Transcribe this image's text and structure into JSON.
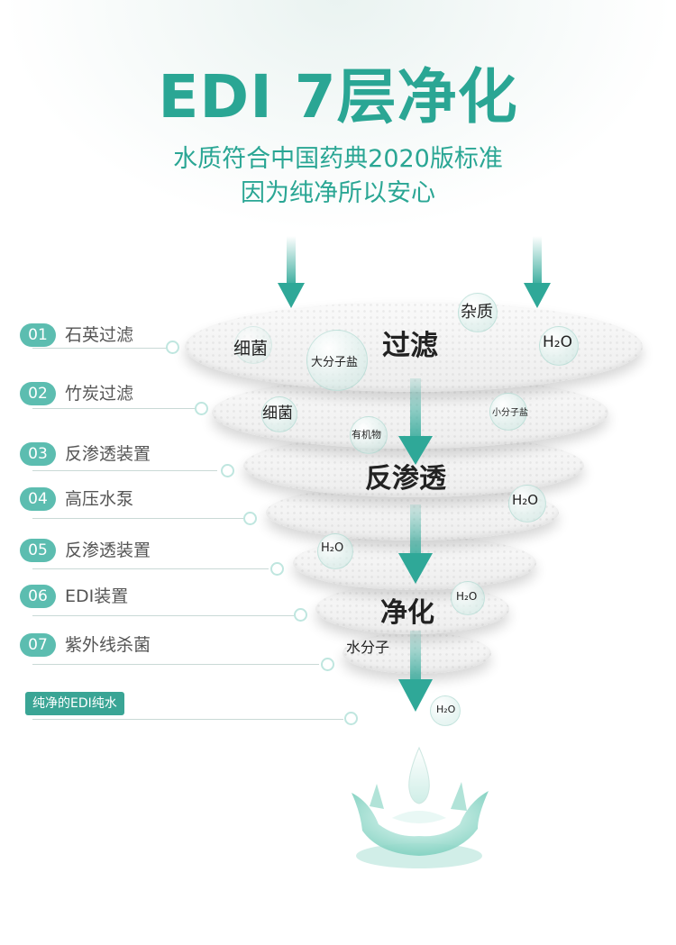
{
  "header": {
    "title": "EDI 7层净化",
    "subtitle_line1": "水质符合中国药典2020版标准",
    "subtitle_line2": "因为纯净所以安心"
  },
  "steps": [
    {
      "num": "01",
      "label": "石英过滤"
    },
    {
      "num": "02",
      "label": "竹炭过滤"
    },
    {
      "num": "03",
      "label": "反渗透装置"
    },
    {
      "num": "04",
      "label": "高压水泵"
    },
    {
      "num": "05",
      "label": "反渗透装置"
    },
    {
      "num": "06",
      "label": "EDI装置"
    },
    {
      "num": "07",
      "label": "紫外线杀菌"
    }
  ],
  "final": {
    "label": "纯净的EDI纯水"
  },
  "layers": {
    "l1": {
      "title": "过滤",
      "tags": [
        "细菌",
        "大分子盐",
        "杂质",
        "H₂O"
      ]
    },
    "l2": {
      "tags": [
        "细菌",
        "有机物",
        "小分子盐"
      ]
    },
    "l3": {
      "title": "反渗透",
      "tags": [
        "H₂O"
      ]
    },
    "l5": {
      "tags": [
        "H₂O"
      ]
    },
    "l6": {
      "title": "净化",
      "tags": [
        "H₂O"
      ]
    },
    "l7": {
      "tags": [
        "水分子"
      ]
    },
    "out": {
      "tags": [
        "H₂O"
      ]
    }
  },
  "colors": {
    "accent": "#2aa694",
    "badge": "#5cbdb0",
    "arrow": "#2fa898"
  }
}
